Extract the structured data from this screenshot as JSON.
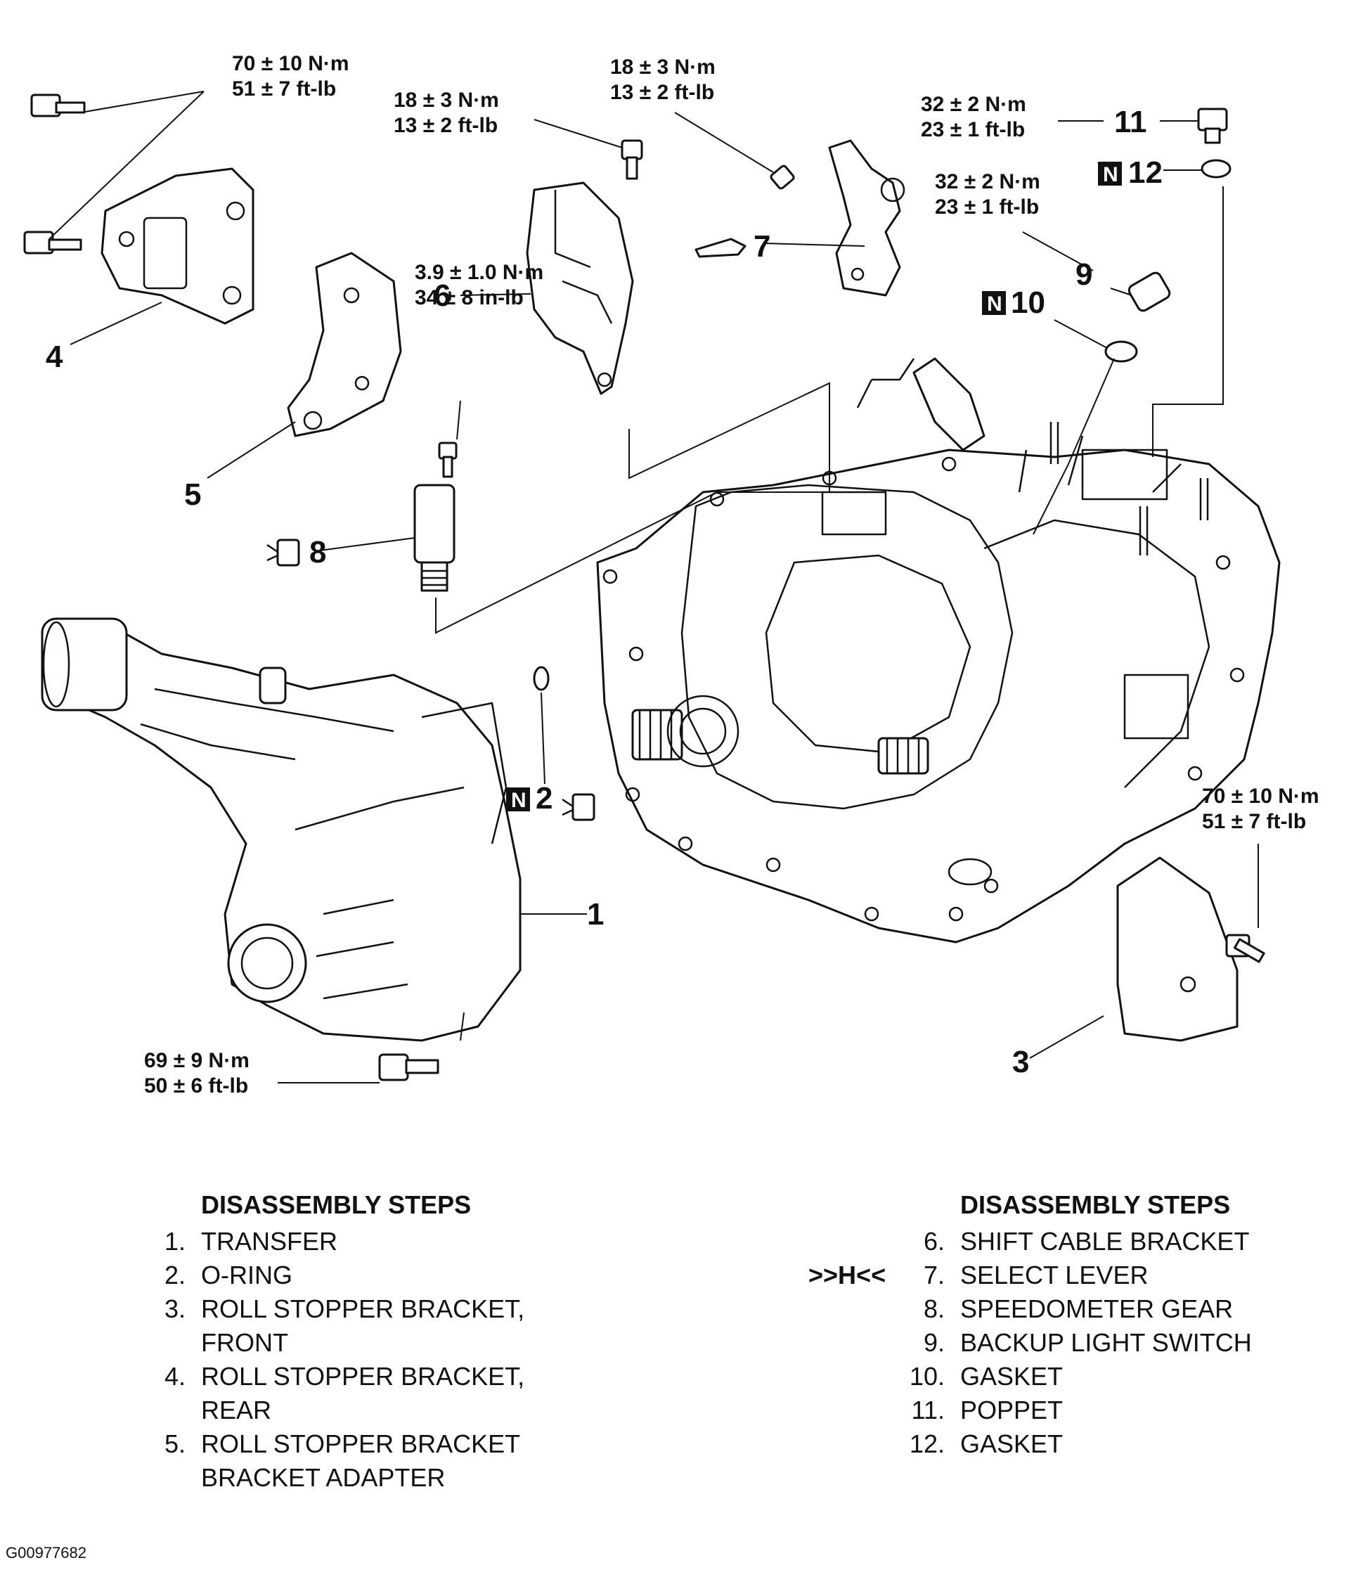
{
  "torque_specs": {
    "rear_bracket_bolts": [
      "70 ± 10 N·m",
      "51 ± 7 ft-lb"
    ],
    "cable_bracket_bolt": [
      "18 ± 3 N·m",
      "13 ± 2 ft-lb"
    ],
    "select_lever_bolt": [
      "18 ± 3 N·m",
      "13 ± 2 ft-lb"
    ],
    "poppet": [
      "32 ± 2 N·m",
      "23 ± 1 ft-lb"
    ],
    "backup_light_switch": [
      "32 ± 2 N·m",
      "23 ± 1 ft-lb"
    ],
    "speedometer_gear_bolt": [
      "3.9 ± 1.0 N·m",
      "34 ± 8 in-lb"
    ],
    "front_bracket_bolt": [
      "70 ± 10 N·m",
      "51 ± 7 ft-lb"
    ],
    "transfer_bolt": [
      "69 ± 9 N·m",
      "50 ± 6 ft-lb"
    ]
  },
  "callouts": [
    "1",
    "2",
    "3",
    "4",
    "5",
    "6",
    "7",
    "8",
    "9",
    "10",
    "11",
    "12"
  ],
  "replace_marker": "N",
  "steps_left": {
    "heading": "DISASSEMBLY STEPS",
    "items": [
      {
        "num": "1.",
        "lines": [
          "TRANSFER"
        ]
      },
      {
        "num": "2.",
        "lines": [
          "O-RING"
        ]
      },
      {
        "num": "3.",
        "lines": [
          "ROLL STOPPER BRACKET,",
          "FRONT"
        ]
      },
      {
        "num": "4.",
        "lines": [
          "ROLL STOPPER BRACKET,",
          "REAR"
        ]
      },
      {
        "num": "5.",
        "lines": [
          "ROLL STOPPER BRACKET",
          "BRACKET ADAPTER"
        ]
      }
    ]
  },
  "steps_right": {
    "heading": "DISASSEMBLY STEPS",
    "items": [
      {
        "num": "6.",
        "text": "SHIFT CABLE BRACKET",
        "mark": ""
      },
      {
        "num": "7.",
        "text": "SELECT LEVER",
        "mark": ">>H<<"
      },
      {
        "num": "8.",
        "text": "SPEEDOMETER GEAR",
        "mark": ""
      },
      {
        "num": "9.",
        "text": "BACKUP LIGHT SWITCH",
        "mark": ""
      },
      {
        "num": "10.",
        "text": "GASKET",
        "mark": ""
      },
      {
        "num": "11.",
        "text": "POPPET",
        "mark": ""
      },
      {
        "num": "12.",
        "text": "GASKET",
        "mark": ""
      }
    ]
  },
  "figure_code": "G00977682"
}
